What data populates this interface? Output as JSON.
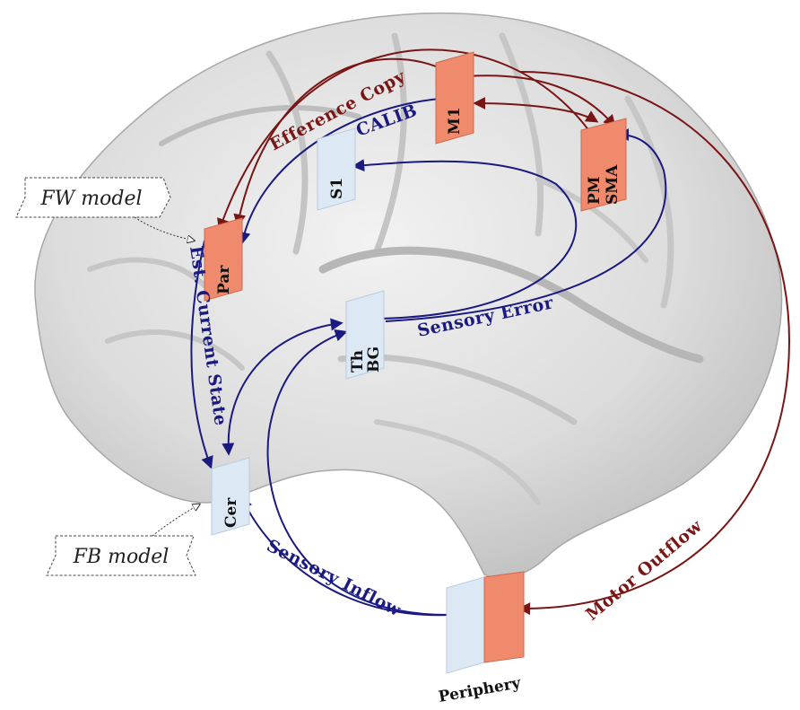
{
  "nodes": {
    "m1": "M1",
    "pm_sma_line1": "PM",
    "pm_sma_line2": "SMA",
    "s1": "S1",
    "par": "Par",
    "th_bg_line1": "Th",
    "th_bg_line2": "BG",
    "cer": "Cer",
    "periphery": "Periphery"
  },
  "flows": {
    "efference_copy": "Efference Copy",
    "calib": "CALIB",
    "sensory_error": "Sensory Error",
    "est_current_state": "Est. Current State",
    "sensory_inflow": "Sensory Inflow",
    "motor_outflow": "Motor Outflow"
  },
  "models": {
    "fw": "FW model",
    "fb": "FB model"
  },
  "colors": {
    "motor_node": "#f08a6c",
    "sensory_node": "#dce8f4",
    "motor_arrow": "#7a1515",
    "sensory_arrow": "#1a1a80",
    "brain": "#d9d9d9"
  }
}
